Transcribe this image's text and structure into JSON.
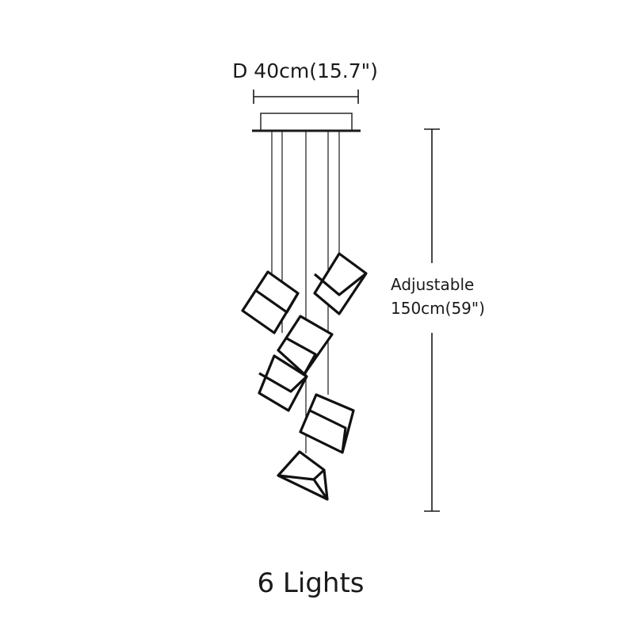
{
  "diagram": {
    "diameter_label": "D 40cm(15.7\")",
    "height_label_line1": "Adjustable",
    "height_label_line2": "150cm(59\")",
    "caption": "6 Lights",
    "light_count": 6
  }
}
